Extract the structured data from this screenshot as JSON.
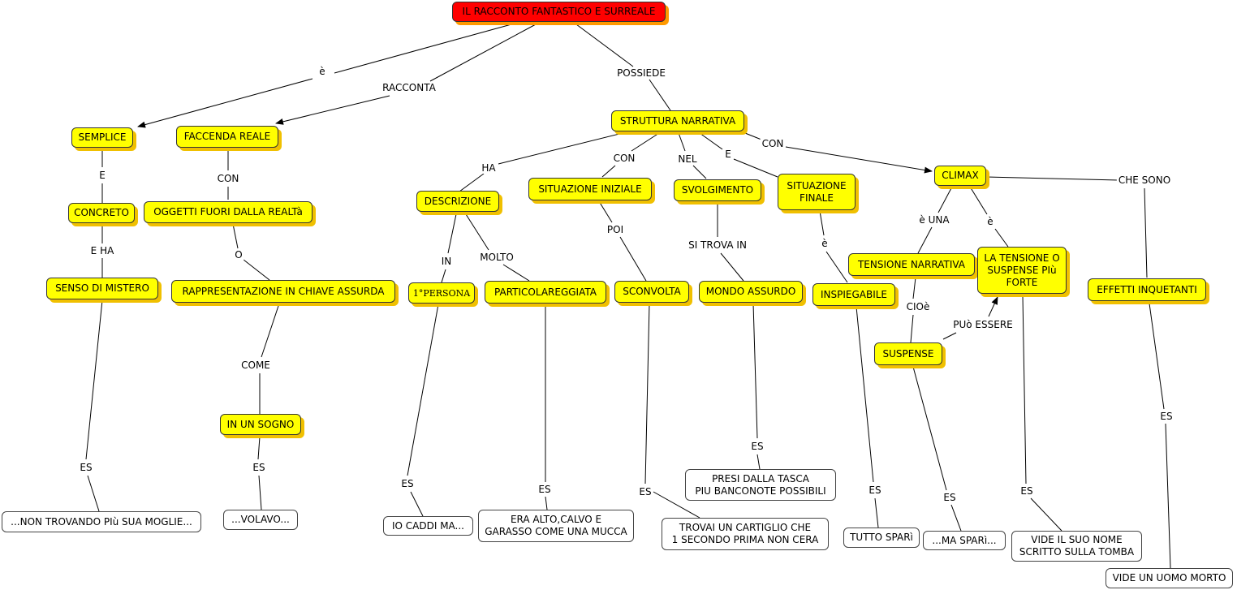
{
  "title": "IL RACCONTO FANTASTICO E SURREALE",
  "nodes": {
    "root": "IL RACCONTO FANTASTICO E SURREALE",
    "semplice": "SEMPLICE",
    "faccenda_reale": "FACCENDA REALE",
    "struttura_narrativa": "STRUTTURA NARRATIVA",
    "concreto": "CONCRETO",
    "senso_di_mistero": "SENSO DI MISTERO",
    "oggetti_fuori": "OGGETTI FUORI DALLA REALTà",
    "rappresentazione": "RAPPRESENTAZIONE IN CHIAVE ASSURDA",
    "in_un_sogno": "IN UN SOGNO",
    "descrizione": "DESCRIZIONE",
    "prima_persona": "1°PERSONA",
    "particolareggiata": "PARTICOLAREGGIATA",
    "situazione_iniziale": "SITUAZIONE INIZIALE",
    "sconvolta": "SCONVOLTA",
    "svolgimento": "SVOLGIMENTO",
    "mondo_assurdo": "MONDO ASSURDO",
    "situazione_finale_1": "SITUAZIONE",
    "situazione_finale_2": "FINALE",
    "inspiegabile": "INSPIEGABILE",
    "climax": "CLIMAX",
    "tensione_narrativa": "TENSIONE NARRATIVA",
    "suspense": "SUSPENSE",
    "tensione_forte_1": "LA TENSIONE O",
    "tensione_forte_2": "SUSPENSE PIù",
    "tensione_forte_3": "FORTE",
    "effetti_inquetanti": "EFFETTI INQUETANTI",
    "ex_mistero": "...NON TROVANDO PIù SUA MOGLIE...",
    "ex_sogno": "...VOLAVO...",
    "ex_persona": "IO CADDI MA...",
    "ex_partic_1": "ERA ALTO,CALVO E",
    "ex_partic_2": "GARASSO COME UNA MUCCA",
    "ex_sconvolta_1": "TROVAI UN CARTIGLIO CHE",
    "ex_sconvolta_2": "1 SECONDO PRIMA NON CERA",
    "ex_mondo_1": "PRESI DALLA TASCA",
    "ex_mondo_2": "PIU BANCONOTE POSSIBILI",
    "ex_inspiegabile": "TUTTO SPARì",
    "ex_suspense": "...MA SPARì...",
    "ex_forte_1": "VIDE IL SUO NOME",
    "ex_forte_2": "SCRITTO SULLA TOMBA",
    "ex_effetti": "VIDE UN UOMO MORTO"
  },
  "labels": {
    "e_grave": "è",
    "racconta": "RACCONTA",
    "possiede": "POSSIEDE",
    "e": "E",
    "con": "CON",
    "e_ha": "E HA",
    "o": "O",
    "come": "COME",
    "ha": "HA",
    "in": "IN",
    "molto": "MOLTO",
    "poi": "POI",
    "nel": "NEL",
    "si_trova_in": "SI TROVA IN",
    "e_una": "è UNA",
    "che_sono": "CHE SONO",
    "cioe": "CIOè",
    "puo_essere": "PUò ESSERE",
    "es": "ES"
  },
  "colors": {
    "root_fill": "#ff0000",
    "root_shadow": "#ff9900",
    "concept_fill": "#ffff00",
    "concept_shadow": "#f0c000",
    "example_fill": "#ffffff",
    "link_line": "#000000"
  }
}
